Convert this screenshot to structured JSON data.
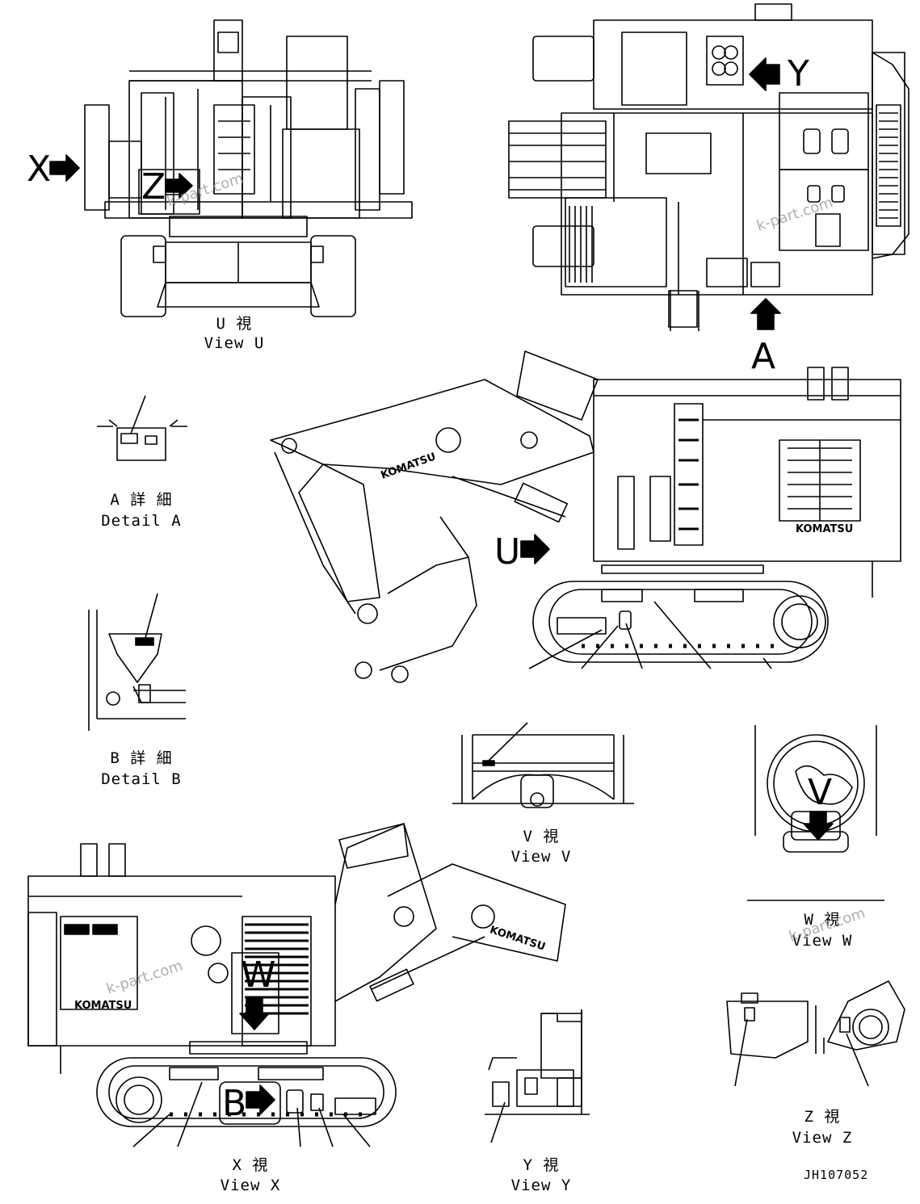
{
  "views": {
    "u": {
      "jp": "U 視",
      "en": "View U"
    },
    "detail_a": {
      "jp": "A 詳 細",
      "en": "Detail A"
    },
    "detail_b": {
      "jp": "B 詳 細",
      "en": "Detail B"
    },
    "v": {
      "jp": "V 視",
      "en": "View V"
    },
    "w": {
      "jp": "W 視",
      "en": "View W"
    },
    "x": {
      "jp": "X 視",
      "en": "View X"
    },
    "y": {
      "jp": "Y 視",
      "en": "View Y"
    },
    "z": {
      "jp": "Z 視",
      "en": "View Z"
    }
  },
  "markers": {
    "x": "X",
    "z": "Z",
    "y": "Y",
    "a": "A",
    "u": "U",
    "v": "V",
    "w": "W",
    "b": "B"
  },
  "brand": "KOMATSU",
  "drawing_code": "JH107052",
  "watermarks": [
    "k-part.com",
    "k-part.com",
    "k-part.com",
    "k-part.com"
  ],
  "colors": {
    "line": "#000000",
    "fill": "#ffffff",
    "watermark": "#9a9a9a"
  }
}
